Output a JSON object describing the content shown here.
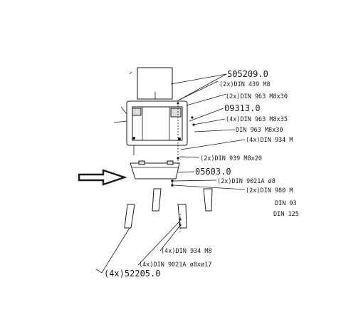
{
  "callouts": {
    "c1": "S05209.0",
    "c2": "(2x)DIN 439 M8",
    "c3": "(2x)DIN 963 M8x30",
    "c4": "09313.0",
    "c5": "(4x)DIN 963 M8x35",
    "c6": "DIN 963 M8x30",
    "c7": "(4x)DIN 934 M",
    "c8": "(2x)DIN 939 M8x20",
    "c9": "05603.0",
    "c10": "(2x)DIN 9021A ø8",
    "c11": "(2x)DIN 980 M",
    "c12": "DIN 93",
    "c13": "DIN 125",
    "c14": "(4x)DIN 934 M8",
    "c15": "(4x)DIN 9021A ø8xø17",
    "c16": "(4x)52205.0"
  },
  "icons": {
    "pointer": "arrow-right-icon"
  }
}
